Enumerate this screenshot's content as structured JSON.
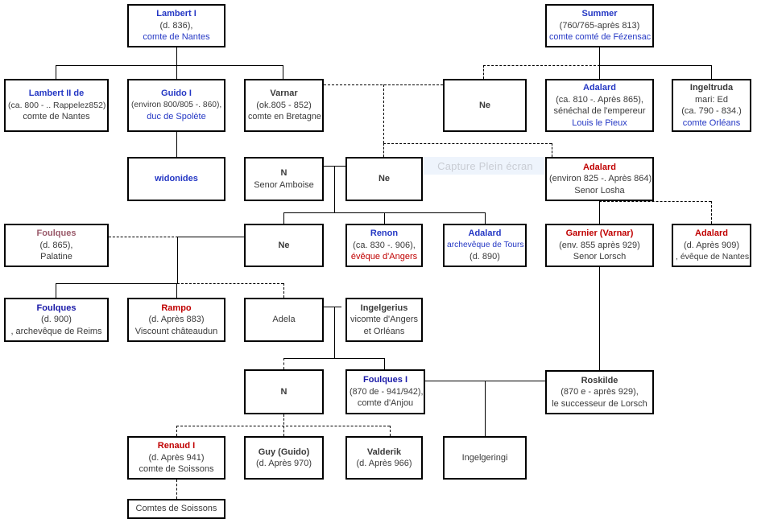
{
  "overlay": {
    "label": "Capture Plein écran"
  },
  "nodes": [
    {
      "id": "lambert1",
      "lines": [
        {
          "t": "Lambert I",
          "c": "nm blue"
        },
        {
          "t": "(d. 836),",
          "c": "gray"
        },
        {
          "t": "comte de Nantes",
          "c": "blue"
        }
      ]
    },
    {
      "id": "summer",
      "lines": [
        {
          "t": "Summer",
          "c": "nm blue"
        },
        {
          "t": "(760/765-après 813)",
          "c": "gray"
        },
        {
          "t": "comte comté de Fézensac",
          "c": "blue"
        }
      ]
    },
    {
      "id": "lambert2",
      "lines": [
        {
          "t": "Lambert II de",
          "c": "nm blue"
        },
        {
          "t": "(ca. 800 - .. Rappelez852)",
          "c": "gray"
        },
        {
          "t": "comte de Nantes",
          "c": "gray"
        }
      ]
    },
    {
      "id": "guido1",
      "lines": [
        {
          "t": "Guido I",
          "c": "nm blue"
        },
        {
          "t": "(environ 800/805 -. 860),",
          "c": "gray"
        },
        {
          "t": "duc de Spolète",
          "c": "blue"
        }
      ]
    },
    {
      "id": "varnar",
      "lines": [
        {
          "t": "Varnar",
          "c": "nm gray"
        },
        {
          "t": "(ok.805 - 852)",
          "c": "gray"
        },
        {
          "t": "comte en Bretagne",
          "c": "gray"
        }
      ]
    },
    {
      "id": "ne_r2",
      "lines": [
        {
          "t": "Ne",
          "c": "nm gray"
        }
      ]
    },
    {
      "id": "adalard1",
      "lines": [
        {
          "t": "Adalard",
          "c": "nm blue"
        },
        {
          "t": "(ca. 810 -. Après 865),",
          "c": "gray"
        },
        {
          "t": "sénéchal de l'empereur",
          "c": "gray"
        },
        {
          "t": "Louis le Pieux",
          "c": "blue"
        }
      ]
    },
    {
      "id": "ingeltruda",
      "lines": [
        {
          "t": "Ingeltruda",
          "c": "nm gray"
        },
        {
          "t": "mari: Ed",
          "c": "gray"
        },
        {
          "t": "(ca. 790 - 834.)",
          "c": "gray"
        },
        {
          "t": "comte Orléans",
          "c": "blue"
        }
      ]
    },
    {
      "id": "widonides",
      "lines": [
        {
          "t": "widonides",
          "c": "nm blue"
        }
      ]
    },
    {
      "id": "n_amboise",
      "lines": [
        {
          "t": "N",
          "c": "nm gray"
        },
        {
          "t": "Senor Amboise",
          "c": "gray"
        }
      ]
    },
    {
      "id": "ne_r3",
      "lines": [
        {
          "t": "Ne",
          "c": "nm gray"
        }
      ]
    },
    {
      "id": "adalard2",
      "lines": [
        {
          "t": "Adalard",
          "c": "nm red"
        },
        {
          "t": "(environ 825 -. Après 864)",
          "c": "gray"
        },
        {
          "t": "Senor Losha",
          "c": "gray"
        }
      ]
    },
    {
      "id": "foulques_p",
      "lines": [
        {
          "t": "Foulques",
          "c": "nm mauve"
        },
        {
          "t": "(d. 865),",
          "c": "gray"
        },
        {
          "t": "Palatine",
          "c": "gray"
        }
      ]
    },
    {
      "id": "ne_r4",
      "lines": [
        {
          "t": "Ne",
          "c": "nm gray"
        }
      ]
    },
    {
      "id": "renon",
      "lines": [
        {
          "t": "Renon",
          "c": "nm blue"
        },
        {
          "t": "(ca. 830 -. 906),",
          "c": "gray"
        },
        {
          "t": "évêque d'Angers",
          "c": "red"
        }
      ]
    },
    {
      "id": "adalard_t",
      "lines": [
        {
          "t": "Adalard",
          "c": "nm blue"
        },
        {
          "t": "archevêque de Tours",
          "c": "blue"
        },
        {
          "t": "(d. 890)",
          "c": "gray"
        }
      ]
    },
    {
      "id": "garnier",
      "lines": [
        {
          "t": "Garnier (Varnar)",
          "c": "nm red"
        },
        {
          "t": "(env. 855 après 929)",
          "c": "gray"
        },
        {
          "t": "Senor Lorsch",
          "c": "gray"
        }
      ]
    },
    {
      "id": "adalard_n",
      "lines": [
        {
          "t": "Adalard",
          "c": "nm red"
        },
        {
          "t": "(d. Après 909)",
          "c": "gray"
        },
        {
          "t": ", évêque de Nantes",
          "c": "gray"
        }
      ]
    },
    {
      "id": "foulques_r",
      "lines": [
        {
          "t": "Foulques",
          "c": "nm dblue"
        },
        {
          "t": "(d. 900)",
          "c": "gray"
        },
        {
          "t": ", archevêque de Reims",
          "c": "gray"
        }
      ]
    },
    {
      "id": "rampo",
      "lines": [
        {
          "t": "Rampo",
          "c": "nm red"
        },
        {
          "t": "(d. Après 883)",
          "c": "gray"
        },
        {
          "t": "Viscount châteaudun",
          "c": "gray"
        }
      ]
    },
    {
      "id": "adela",
      "lines": [
        {
          "t": "Adela",
          "c": "gray"
        }
      ]
    },
    {
      "id": "ingelgerius",
      "lines": [
        {
          "t": "Ingelgerius",
          "c": "nm gray"
        },
        {
          "t": "vicomte d'Angers",
          "c": "gray"
        },
        {
          "t": "et Orléans",
          "c": "gray"
        }
      ]
    },
    {
      "id": "n_r6",
      "lines": [
        {
          "t": "N",
          "c": "nm gray"
        }
      ]
    },
    {
      "id": "foulques1",
      "lines": [
        {
          "t": "Foulques I",
          "c": "nm dblue"
        },
        {
          "t": "(870 de - 941/942),",
          "c": "gray"
        },
        {
          "t": "comte d'Anjou",
          "c": "gray"
        }
      ]
    },
    {
      "id": "roskilde",
      "lines": [
        {
          "t": "Roskilde",
          "c": "nm gray"
        },
        {
          "t": "(870 e - après 929),",
          "c": "gray"
        },
        {
          "t": "le successeur de Lorsch",
          "c": "gray"
        }
      ]
    },
    {
      "id": "renaud1",
      "lines": [
        {
          "t": "Renaud I",
          "c": "nm red"
        },
        {
          "t": "(d. Après 941)",
          "c": "gray"
        },
        {
          "t": "comte de Soissons",
          "c": "gray"
        }
      ]
    },
    {
      "id": "guy",
      "lines": [
        {
          "t": "Guy (Guido)",
          "c": "nm gray"
        },
        {
          "t": "(d. Après 970)",
          "c": "gray"
        }
      ]
    },
    {
      "id": "valderik",
      "lines": [
        {
          "t": "Valderik",
          "c": "nm gray"
        },
        {
          "t": "(d. Après 966)",
          "c": "gray"
        }
      ]
    },
    {
      "id": "ingelgeringi",
      "lines": [
        {
          "t": "Ingelgeringi",
          "c": "gray"
        }
      ]
    },
    {
      "id": "comtes_soissons",
      "lines": [
        {
          "t": "Comtes de Soissons",
          "c": "gray"
        }
      ]
    }
  ],
  "colors": {
    "blue": "#2437c4",
    "dark_blue": "#1a1aa8",
    "red": "#c00000",
    "mauve": "#9a5a6a",
    "text": "#2b2b2b",
    "box_border": "#000000",
    "overlay_bg": "#eef4fc",
    "overlay_text": "#c9cdd4"
  }
}
